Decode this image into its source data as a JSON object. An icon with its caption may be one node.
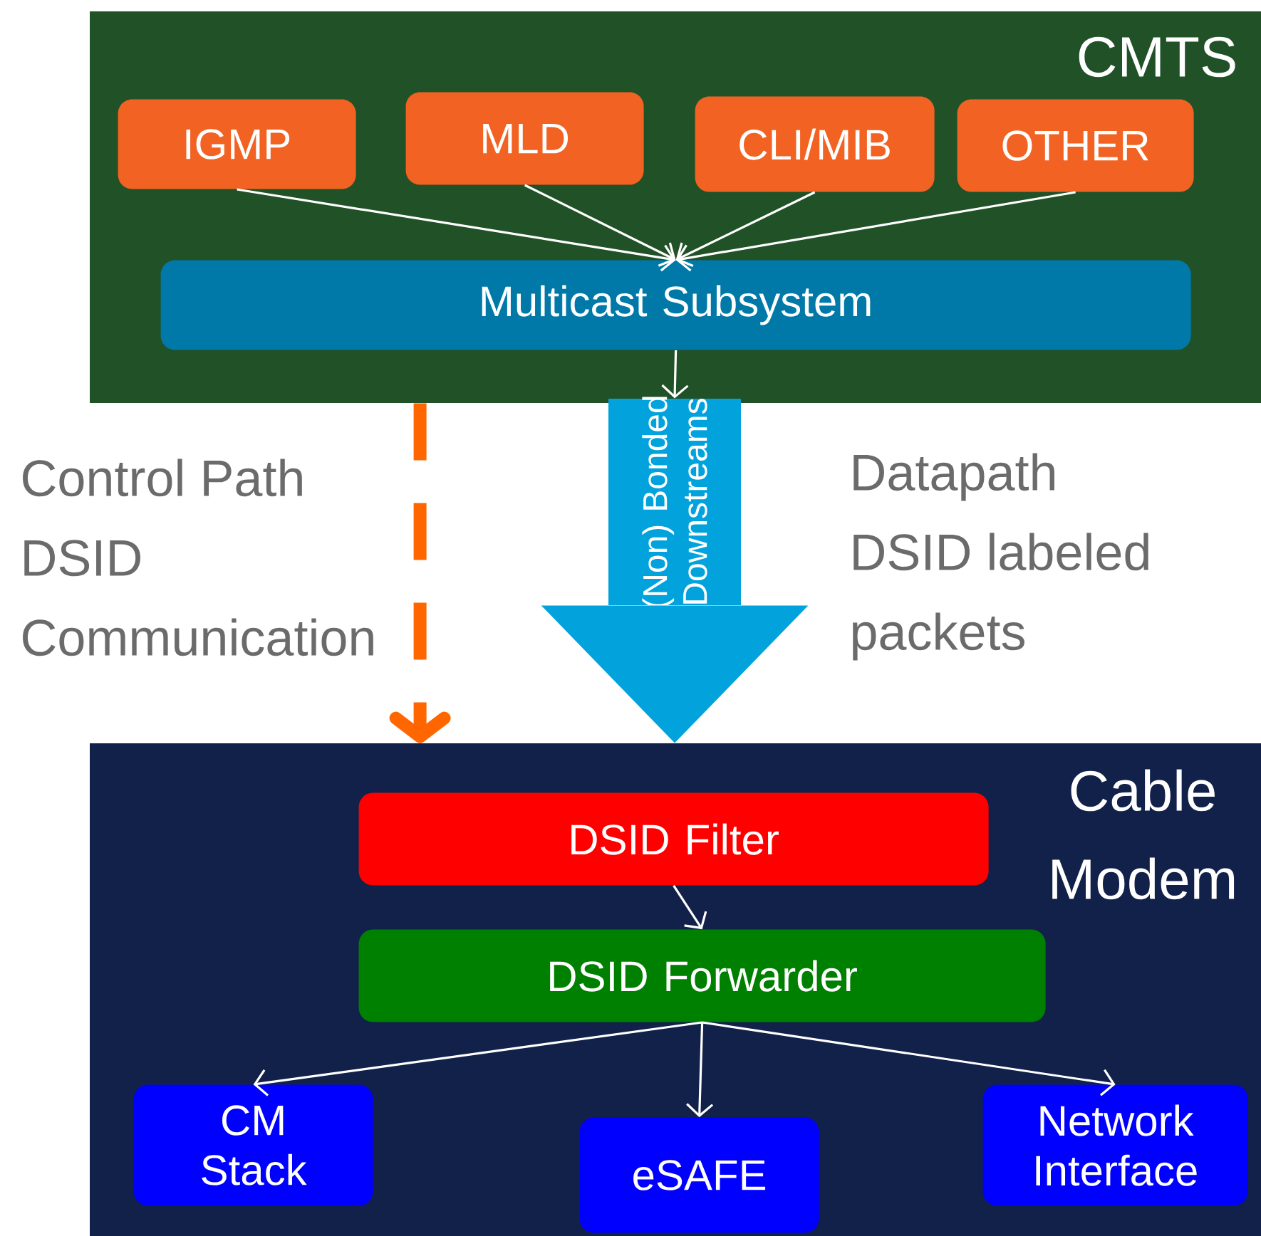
{
  "diagram": {
    "nodes": [
      {
        "text": [
          "CMTS"
        ]
      },
      {
        "text": [
          "IGMP"
        ],
        "in": 0
      },
      {
        "text": [
          "MLD"
        ],
        "in": 0
      },
      {
        "text": [
          "CLI/MIB"
        ],
        "in": 0
      },
      {
        "text": [
          "OTHER"
        ],
        "in": 0
      },
      {
        "text": [
          "Multicast Subsystem"
        ],
        "in": 0
      },
      {
        "text": [
          "(Non) Bonded Downstreams"
        ],
        "beside": [
          "Datapath DSID labeled packets"
        ]
      },
      {
        "text": [
          "Cable Modem"
        ]
      },
      {
        "text": [
          "DSID Filter"
        ],
        "in": 7
      },
      {
        "text": [
          "DSID Forwarder"
        ],
        "in": 7
      },
      {
        "text": [
          "CM Stack"
        ],
        "in": 7
      },
      {
        "text": [
          "eSAFE"
        ],
        "in": 7
      },
      {
        "text": [
          "Network Interface"
        ],
        "in": 7
      }
    ],
    "edges": [
      {
        "from": 1,
        "to": 5,
        "arrow": "to"
      },
      {
        "from": 2,
        "to": 5,
        "arrow": "to"
      },
      {
        "from": 3,
        "to": 5,
        "arrow": "to"
      },
      {
        "from": 4,
        "to": 5,
        "arrow": "to"
      },
      {
        "from": 5,
        "to": 6,
        "arrow": "to"
      },
      {
        "from": 0,
        "to": 7,
        "arrow": "to",
        "label": "Control Path DSID Communication",
        "style": "dashed",
        "color": "#ff6600"
      },
      {
        "from": 8,
        "to": 9,
        "arrow": "to"
      },
      {
        "from": 9,
        "to": 10,
        "arrow": "to"
      },
      {
        "from": 9,
        "to": 11,
        "arrow": "to"
      },
      {
        "from": 9,
        "to": 12,
        "arrow": "to"
      },
      {
        "from": 6,
        "to": 7,
        "arrow": "to",
        "style": "thick",
        "color": "#02a3dd"
      }
    ]
  }
}
